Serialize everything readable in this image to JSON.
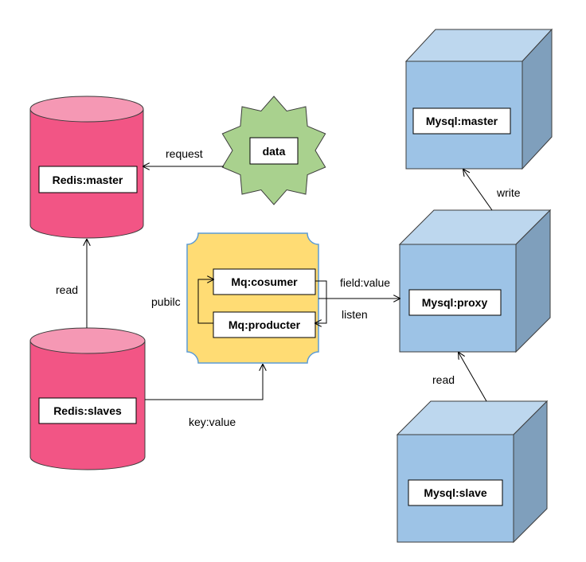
{
  "nodes": {
    "redis_master": "Redis:master",
    "redis_slaves": "Redis:slaves",
    "data": "data",
    "mq_consumer": "Mq:cosumer",
    "mq_producer": "Mq:producter",
    "mysql_master": "Mysql:master",
    "mysql_proxy": "Mysql:proxy",
    "mysql_slave": "Mysql:slave"
  },
  "edges": {
    "request": "request",
    "read_redis": "read",
    "key_value": "key:value",
    "pubilc": "pubilc",
    "field_value": "field:value",
    "listen": "listen",
    "write": "write",
    "read_mysql": "read"
  },
  "colors": {
    "redis_fill": "#f25585",
    "redis_top": "#f598b4",
    "data_fill": "#a9d18e",
    "mq_fill": "#ffdc74",
    "mq_border": "#5b9bd5",
    "cube_front": "#9dc3e6",
    "cube_top": "#bdd7ee",
    "cube_side": "#7f9fbc",
    "outline": "#3c3c3c"
  }
}
